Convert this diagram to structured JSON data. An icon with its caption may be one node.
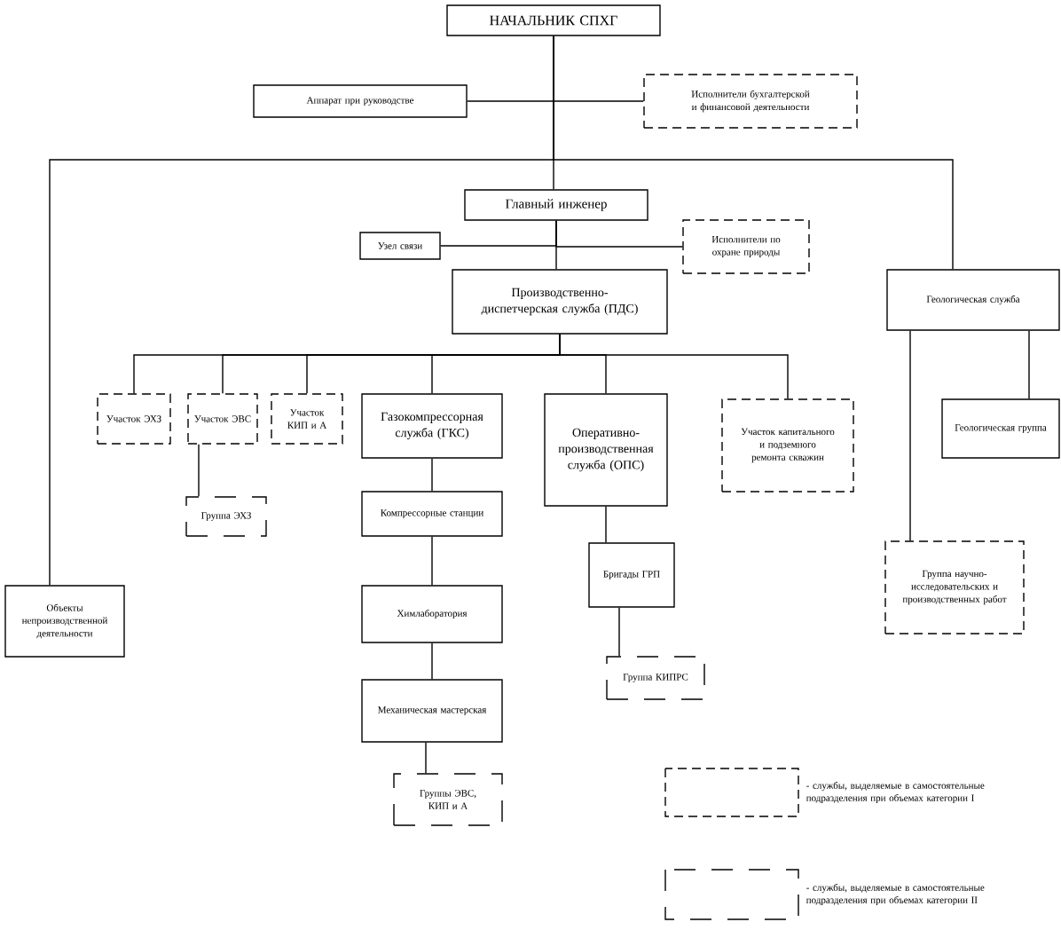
{
  "diagram": {
    "nodes": [
      {
        "text": [
          "НАЧАЛЬНИК СПХГ"
        ]
      },
      {
        "text": [
          "Аппарат при руководстве"
        ]
      },
      {
        "text": [
          "Исполнители бухгалтерской и финансовой деятельности"
        ]
      },
      {
        "text": [
          "Главный инженер"
        ]
      },
      {
        "text": [
          "Узел связи"
        ]
      },
      {
        "text": [
          "Исполнители по охране природы"
        ]
      },
      {
        "text": [
          "Производственно-диспетчерская служба (ПДС)"
        ]
      },
      {
        "text": [
          "Геологическая служба"
        ]
      },
      {
        "text": [
          "Участок ЭХЗ"
        ]
      },
      {
        "text": [
          "Участок ЭВС"
        ]
      },
      {
        "text": [
          "Участок КИП и А"
        ]
      },
      {
        "text": [
          "Газокомпрессорная служба (ГКС)"
        ]
      },
      {
        "text": [
          "Оперативно-производственная служба (ОПС)"
        ]
      },
      {
        "text": [
          "Участок капитального и подземного ремонта скважин"
        ]
      },
      {
        "text": [
          "Геологическая группа"
        ]
      },
      {
        "text": [
          "Группа ЭХЗ"
        ]
      },
      {
        "text": [
          "Компрессорные станции"
        ]
      },
      {
        "text": [
          "Объекты непроизводственной деятельности"
        ]
      },
      {
        "text": [
          "Химлаборатория"
        ]
      },
      {
        "text": [
          "Бригады ГРП"
        ]
      },
      {
        "text": [
          "Группа научно-исследовательских и производственных работ"
        ]
      },
      {
        "text": [
          "Механическая мастерская"
        ]
      },
      {
        "text": [
          "Группа КИПРС"
        ]
      },
      {
        "text": [
          "Группы ЭВС, КИП и А"
        ]
      }
    ],
    "edges": [
      {
        "from": 0,
        "to": 1,
        "arrow": "none"
      },
      {
        "from": 0,
        "to": 2,
        "arrow": "none"
      },
      {
        "from": 0,
        "to": 17,
        "arrow": "none"
      },
      {
        "from": 0,
        "to": 7,
        "arrow": "none"
      },
      {
        "from": 0,
        "to": 3,
        "arrow": "none"
      },
      {
        "from": 3,
        "to": 4,
        "arrow": "none"
      },
      {
        "from": 3,
        "to": 5,
        "arrow": "none"
      },
      {
        "from": 3,
        "to": 6,
        "arrow": "none"
      },
      {
        "from": 6,
        "to": 8,
        "arrow": "none"
      },
      {
        "from": 6,
        "to": 9,
        "arrow": "none"
      },
      {
        "from": 6,
        "to": 10,
        "arrow": "none"
      },
      {
        "from": 6,
        "to": 11,
        "arrow": "none"
      },
      {
        "from": 6,
        "to": 12,
        "arrow": "none"
      },
      {
        "from": 6,
        "to": 13,
        "arrow": "none"
      },
      {
        "from": 9,
        "to": 15,
        "arrow": "none"
      },
      {
        "from": 11,
        "to": 16,
        "arrow": "none"
      },
      {
        "from": 16,
        "to": 18,
        "arrow": "none"
      },
      {
        "from": 18,
        "to": 21,
        "arrow": "none"
      },
      {
        "from": 21,
        "to": 23,
        "arrow": "none"
      },
      {
        "from": 12,
        "to": 19,
        "arrow": "none"
      },
      {
        "from": 19,
        "to": 22,
        "arrow": "none"
      },
      {
        "from": 7,
        "to": 14,
        "arrow": "none"
      },
      {
        "from": 7,
        "to": 20,
        "arrow": "none"
      }
    ],
    "legend": [
      {
        "text": "- службы, выделяемые в самостоятельные подразделения при объемах категории I"
      },
      {
        "text": "- службы, выделяемые в самостоятельные подразделения при объемах категории II"
      }
    ]
  }
}
